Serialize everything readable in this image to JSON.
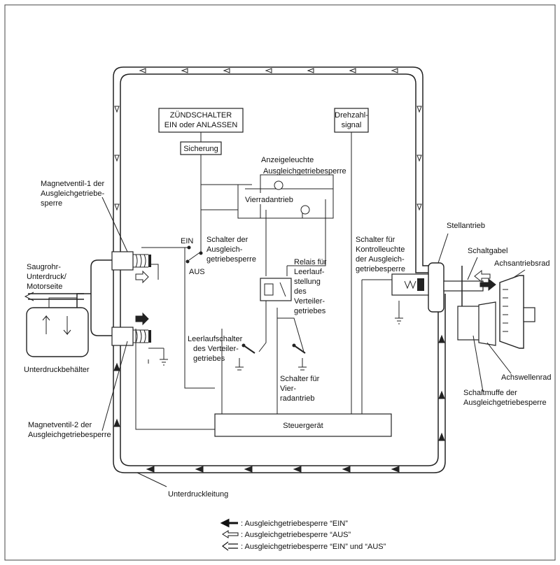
{
  "boxes": {
    "ignition": [
      "ZÜNDSCHALTER",
      "EIN oder ANLASSEN"
    ],
    "fuse": "Sicherung",
    "speed_signal": [
      "Drehzahl-",
      "signal"
    ],
    "control_unit": "Steuergerät"
  },
  "labels": {
    "indicator_lamp": "Anzeigeleuchte",
    "lamp_diff_lock": "Ausgleichgetriebesperre",
    "lamp_4wd": "Vierradantrieb",
    "solenoid1": [
      "Magnetventil-1 der",
      "Ausgleichgetriebe-",
      "sperre"
    ],
    "solenoid2": [
      "Magnetventil-2 der",
      "Ausgleichgetriebesperre"
    ],
    "vacuum_source": [
      "Saugrohr-",
      "Unterdruck/",
      "Motorseite"
    ],
    "vacuum_tank": "Unterdruckbehälter",
    "switch_on": "EIN",
    "switch_off": "AUS",
    "diff_switch": [
      "Schalter der",
      "Ausgleich-",
      "getriebesperre"
    ],
    "relay": [
      "Relais für",
      "Leerlauf-",
      "stellung",
      "des",
      "Verteiler-",
      "getriebes"
    ],
    "idle_switch": [
      "Leerlaufschalter",
      "des Verteiler-",
      "getriebes"
    ],
    "fwd_switch": [
      "Schalter für",
      "Vier-",
      "radantrieb"
    ],
    "indicator_switch": [
      "Schalter für",
      "Kontrolleuchte",
      "der Ausgleich-",
      "getriebesperre"
    ],
    "actuator": "Stellantrieb",
    "shift_fork": "Schaltgabel",
    "axle_drive_gear": "Achsantriebsrad",
    "axle_shaft_gear": "Achswellenrad",
    "shift_sleeve": [
      "Schaltmuffe der",
      "Ausgleichgetriebesperre"
    ],
    "vacuum_line": "Unterdruckleitung"
  },
  "legend": [
    {
      "arrow": "solid",
      "text": ": Ausgleichgetriebesperre “EIN”"
    },
    {
      "arrow": "hollow",
      "text": ": Ausgleichgetriebesperre “AUS”"
    },
    {
      "arrow": "double",
      "text": ": Ausgleichgetriebesperre “EIN” und “AUS”"
    }
  ]
}
